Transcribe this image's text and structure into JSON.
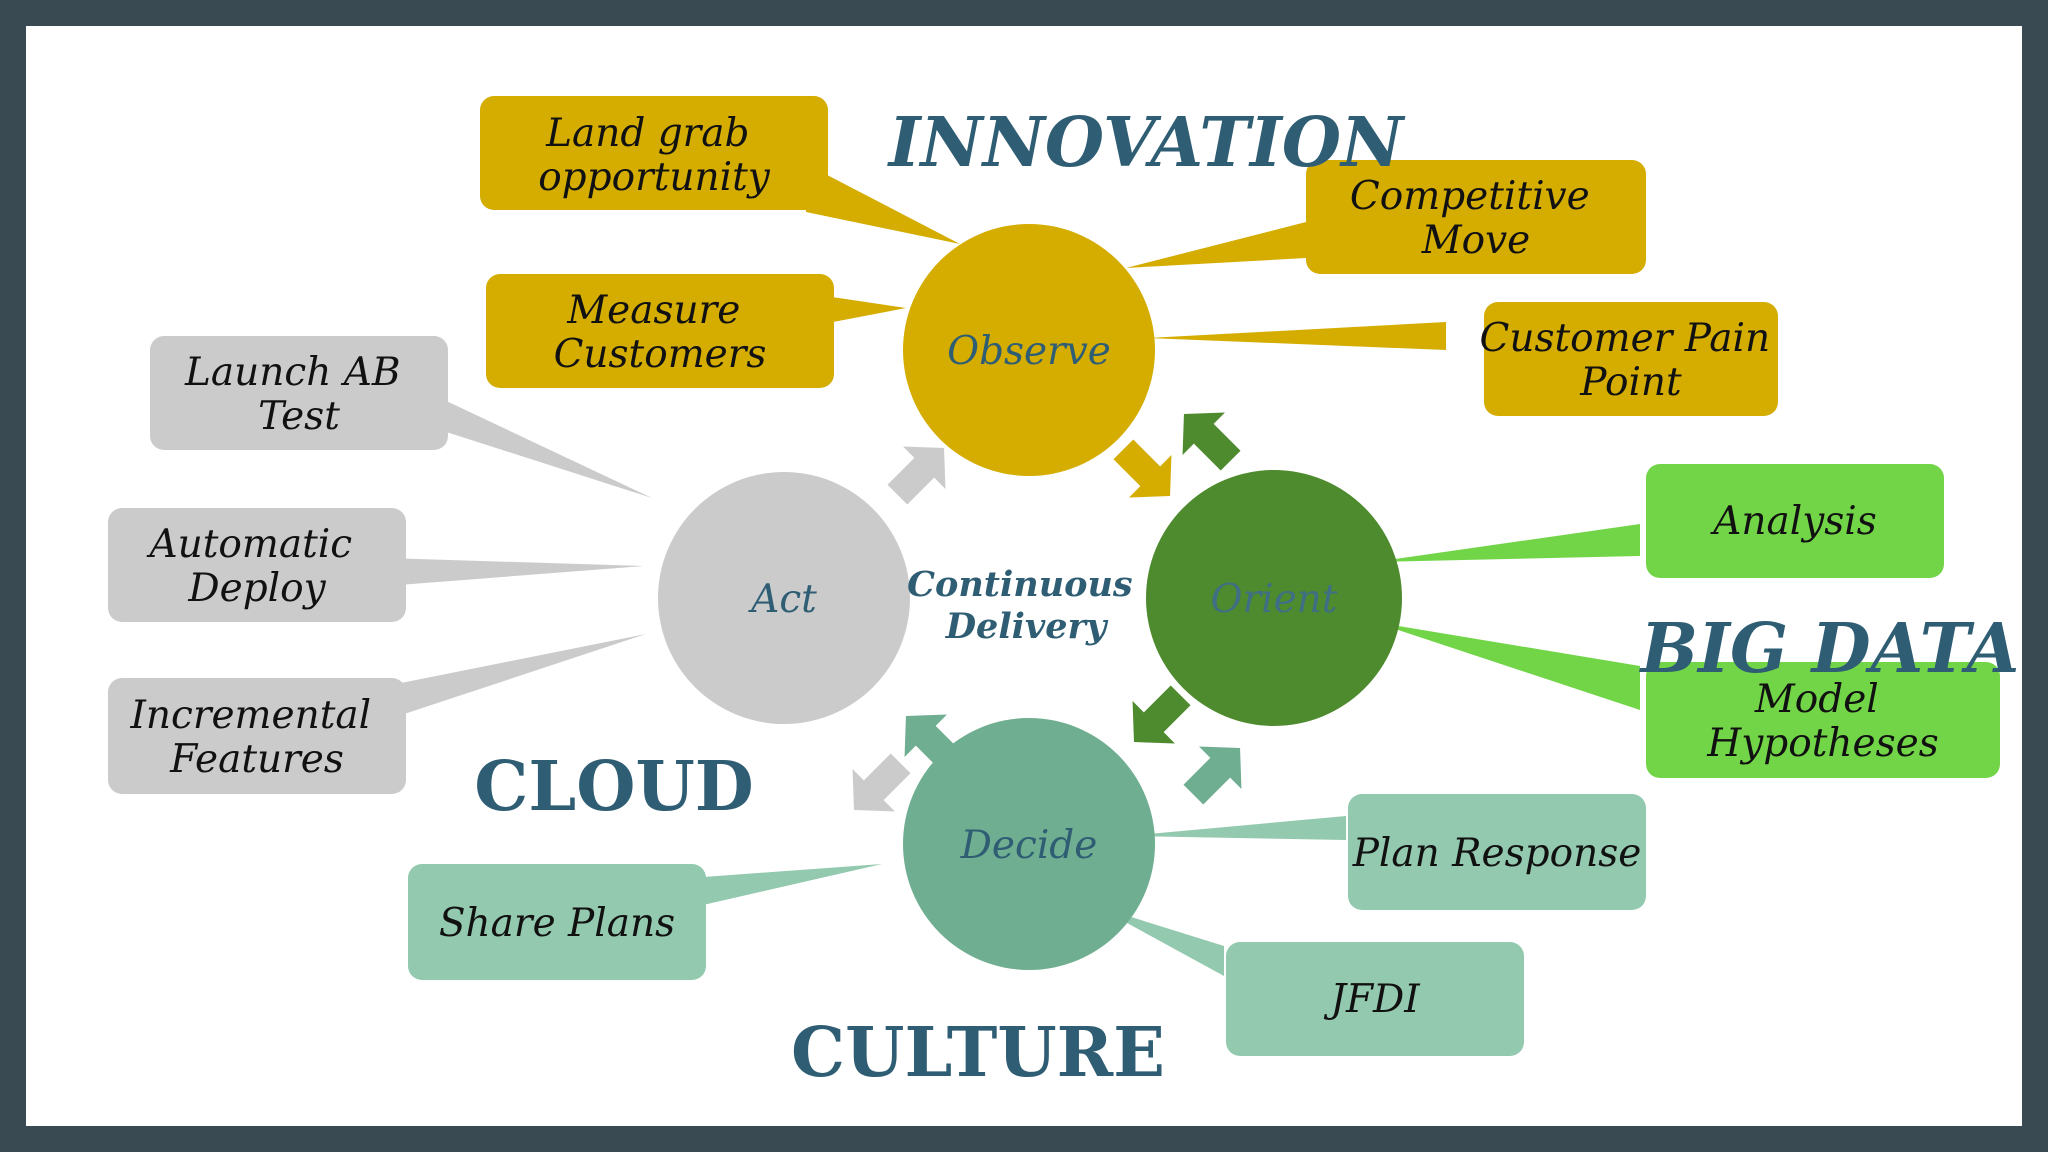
{
  "colors": {
    "frame": "#3a4a52",
    "gold": "#d4ad00",
    "dark_green": "#4e8a2e",
    "light_green": "#72d548",
    "grey": "#cbcbcb",
    "teal": "#6fae90",
    "teal_light": "#93c9ae",
    "heading": "#2f5e74"
  },
  "center_label": [
    "Continuous",
    "Delivery"
  ],
  "themes": {
    "innovation": "INNOVATION",
    "cloud": "CLOUD",
    "big_data": "BIG DATA",
    "culture": "CULTURE"
  },
  "circles": {
    "observe": "Observe",
    "orient": "Orient",
    "decide": "Decide",
    "act": "Act"
  },
  "callouts": {
    "observe": [
      [
        "Land grab",
        "opportunity"
      ],
      [
        "Measure",
        "Customers"
      ],
      [
        "Competitive",
        "Move"
      ],
      [
        "Customer Pain",
        "Point"
      ]
    ],
    "orient": [
      [
        "Analysis"
      ],
      [
        "Model",
        "Hypotheses"
      ]
    ],
    "decide": [
      [
        "Plan Response"
      ],
      [
        "JFDI"
      ],
      [
        "Share Plans"
      ]
    ],
    "act": [
      [
        "Launch AB",
        "Test"
      ],
      [
        "Automatic",
        "Deploy"
      ],
      [
        "Incremental",
        "Features"
      ]
    ]
  }
}
